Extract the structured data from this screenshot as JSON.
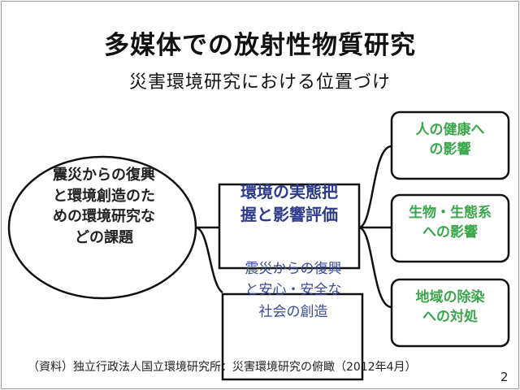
{
  "title": "多媒体での放射性物質研究",
  "subtitle": "災害環境研究における位置づけ",
  "ellipse": {
    "lines": [
      "震災からの復興",
      "と環境創造のた",
      "めの環境研究な",
      "どの課題"
    ]
  },
  "center_box": {
    "lines": [
      "環境の実態把",
      "握と影響評価"
    ]
  },
  "lower_box": {
    "lines": [
      "震災からの復興",
      "と安心・安全な",
      "社会の創造"
    ]
  },
  "right_boxes": [
    {
      "lines": [
        "人の健康へ",
        "の影響"
      ]
    },
    {
      "lines": [
        "生物・生態系",
        "への影響"
      ]
    },
    {
      "lines": [
        "地域の除染",
        "への対処"
      ]
    }
  ],
  "footer": "（資料）独立行政法人国立環境研究所：災害環境研究の俯瞰（2012年4月）",
  "page_number": "2",
  "colors": {
    "blue_text": "#2e3a8c",
    "green_text": "#3aa64a"
  }
}
